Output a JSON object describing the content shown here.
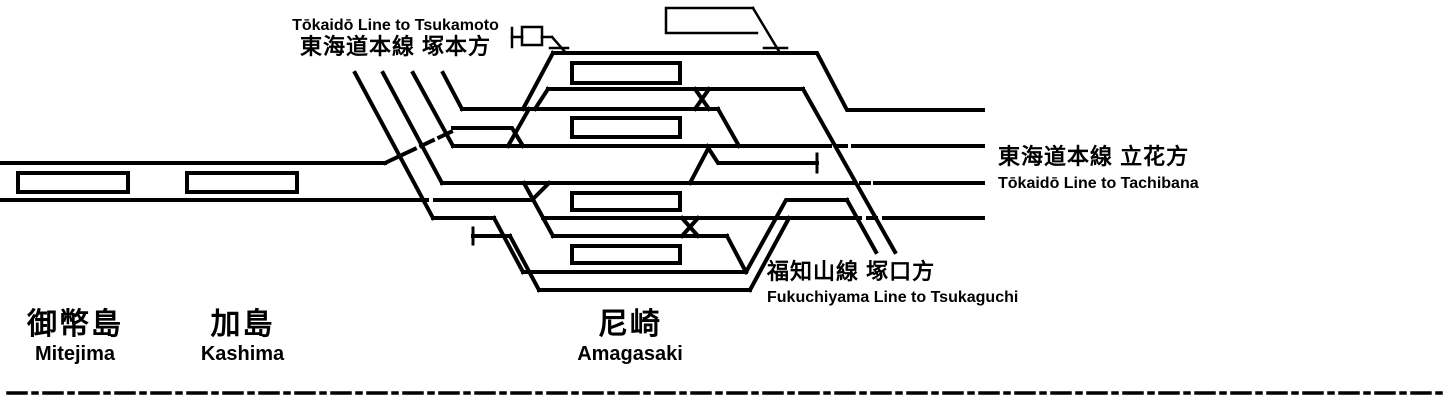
{
  "diagram": {
    "title_semantic": "Amagasaki station track layout diagram",
    "stations": [
      {
        "ja": "御幣島",
        "en": "Mitejima"
      },
      {
        "ja": "加島",
        "en": "Kashima"
      },
      {
        "ja": "尼崎",
        "en": "Amagasaki"
      }
    ],
    "directions": [
      {
        "ja": "東海道本線 塚本方",
        "en": "Tōkaidō Line to Tsukamoto"
      },
      {
        "ja": "東海道本線 立花方",
        "en": "Tōkaidō Line to Tachibana"
      },
      {
        "ja": "福知山線 塚口方",
        "en": "Fukuchiyama Line to Tsukaguchi"
      }
    ],
    "colors": {
      "line": "#000000",
      "background": "#ffffff"
    }
  }
}
